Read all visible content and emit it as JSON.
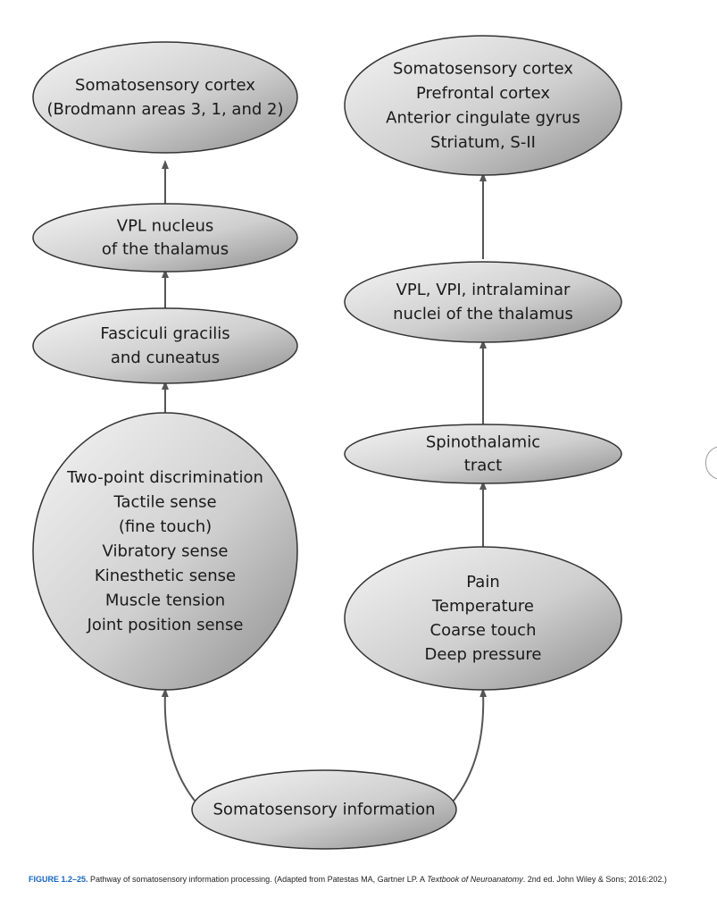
{
  "diagram": {
    "nodes": [
      {
        "id": "somatosensory-cortex-left",
        "lines": [
          "Somatosensory cortex",
          "(Brodmann areas 3, 1, and 2)"
        ]
      },
      {
        "id": "vpl-nucleus",
        "lines": [
          "VPL nucleus",
          "of the thalamus"
        ]
      },
      {
        "id": "fasciculi",
        "lines": [
          "Fasciculi gracilis",
          "and cuneatus"
        ]
      },
      {
        "id": "dorsal-column-modalities",
        "lines": [
          "Two-point discrimination",
          "Tactile sense",
          "(fine touch)",
          "Vibratory sense",
          "Kinesthetic sense",
          "Muscle tension",
          "Joint position sense"
        ]
      },
      {
        "id": "somatosensory-cortex-right",
        "lines": [
          "Somatosensory cortex",
          "Prefrontal cortex",
          "Anterior cingulate gyrus",
          "Striatum, S-II"
        ]
      },
      {
        "id": "vpl-vpi-intralaminar",
        "lines": [
          "VPL, VPI, intralaminar",
          "nuclei of the thalamus"
        ]
      },
      {
        "id": "spinothalamic",
        "lines": [
          "Spinothalamic",
          "tract"
        ]
      },
      {
        "id": "anterolateral-modalities",
        "lines": [
          "Pain",
          "Temperature",
          "Coarse touch",
          "Deep pressure"
        ]
      },
      {
        "id": "somatosensory-information",
        "lines": [
          "Somatosensory information"
        ]
      }
    ]
  },
  "caption": {
    "label": "FIGURE 1.2–25.",
    "text_before_italic": " Pathway of somatosensory information processing. (Adapted from Patestas MA, Gartner LP. A ",
    "italic": "Textbook of Neuroanatomy",
    "text_after_italic": ". 2nd ed. John Wiley & Sons; 2016:202.)"
  }
}
